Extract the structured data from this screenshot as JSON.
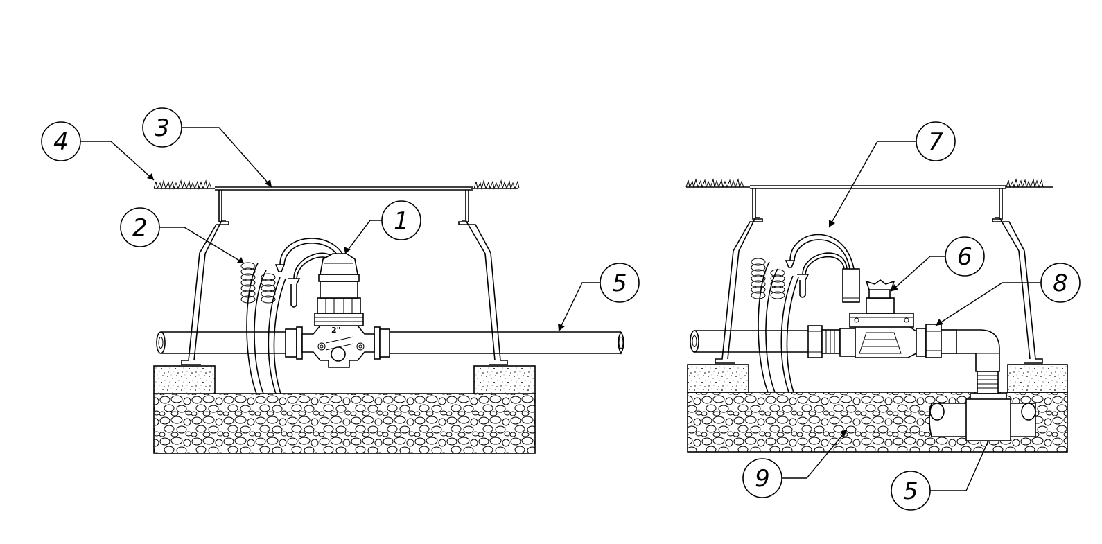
{
  "callouts": [
    {
      "id": "c1",
      "label": "1"
    },
    {
      "id": "c2",
      "label": "2"
    },
    {
      "id": "c3",
      "label": "3"
    },
    {
      "id": "c4",
      "label": "4"
    },
    {
      "id": "c5a",
      "label": "5"
    },
    {
      "id": "c6",
      "label": "6"
    },
    {
      "id": "c7",
      "label": "7"
    },
    {
      "id": "c8",
      "label": "8"
    },
    {
      "id": "c9",
      "label": "9"
    },
    {
      "id": "c5b",
      "label": "5"
    }
  ],
  "valve_size_label": "2\""
}
